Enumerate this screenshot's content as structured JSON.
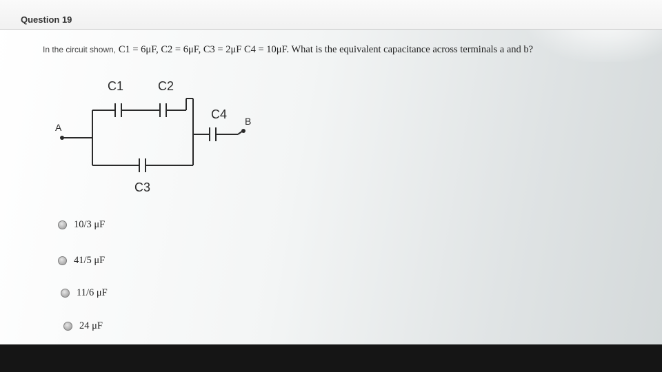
{
  "question": {
    "title": "Question 19",
    "prompt_lead": "In the circuit shown,",
    "prompt_body": "C1 = 6μF, C2 = 6μF, C3 = 2μF  C4 = 10μF.  What is the equivalent capacitance across terminals a and b?"
  },
  "circuit": {
    "label_a": "A",
    "label_b": "B",
    "c1": "C1",
    "c2": "C2",
    "c3": "C3",
    "c4": "C4"
  },
  "options": [
    {
      "label": "10/3 μF"
    },
    {
      "label": "41/5 μF"
    },
    {
      "label": "11/6 μF"
    },
    {
      "label": "24 μF"
    }
  ]
}
